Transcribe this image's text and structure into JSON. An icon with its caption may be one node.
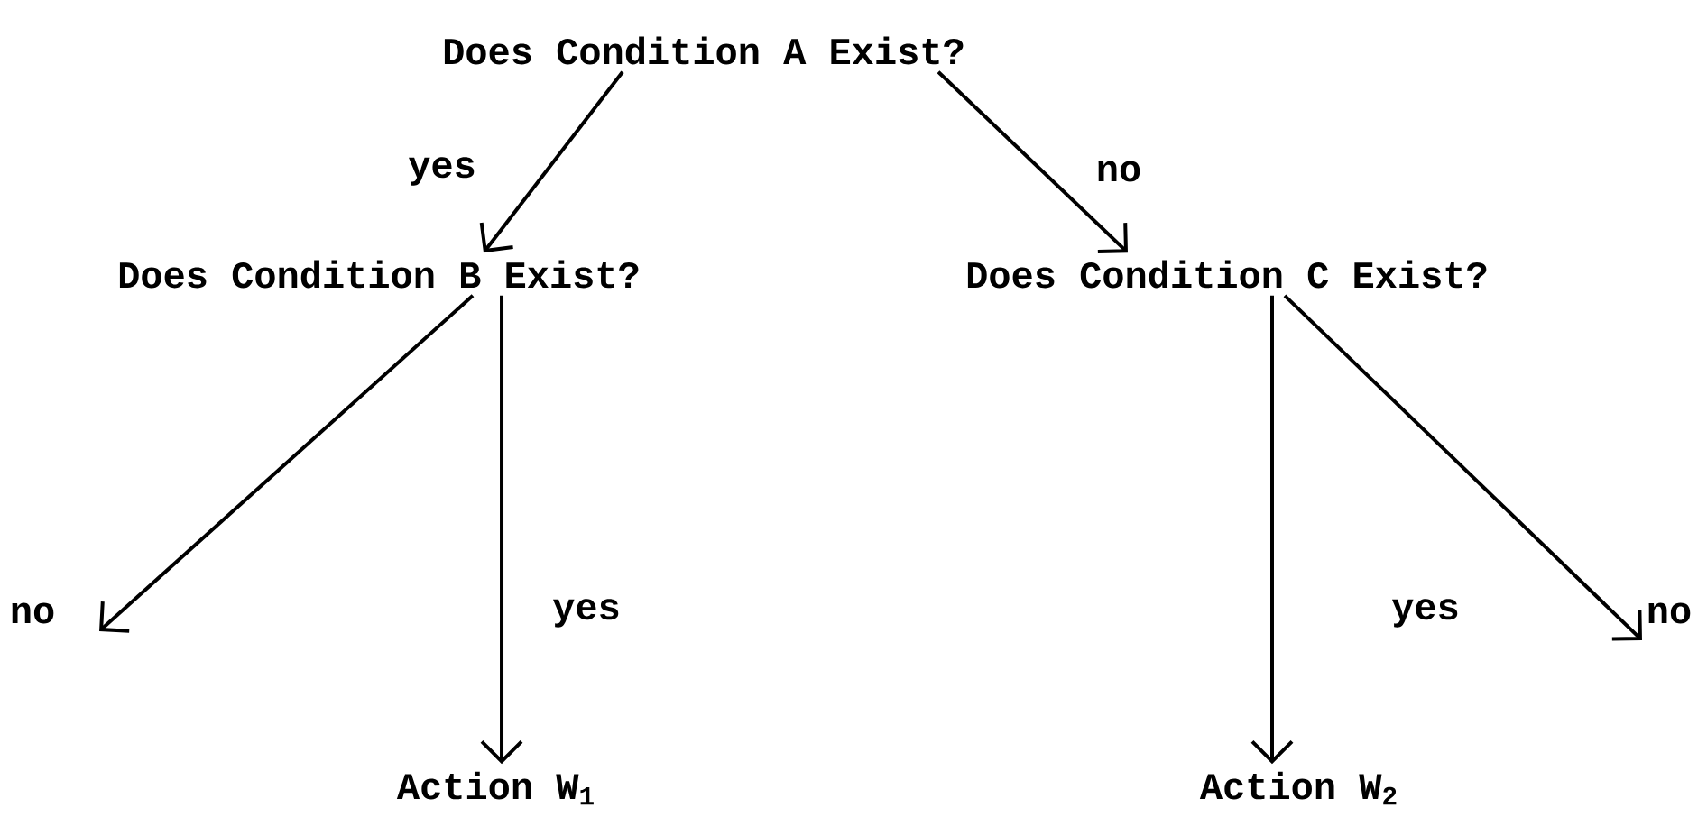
{
  "diagram": {
    "nodes": [
      {
        "text": [
          "Does Condition A Exist?"
        ]
      },
      {
        "text": [
          "Does Condition B Exist?"
        ]
      },
      {
        "text": [
          "Does Condition C Exist?"
        ]
      },
      {
        "text": [
          "Action W$_{1}$"
        ]
      },
      {
        "text": [
          "Action W$_{2}$"
        ]
      }
    ],
    "edges": [
      {
        "from": 0,
        "to": 1,
        "arrow": "to",
        "label": "yes"
      },
      {
        "from": 0,
        "to": 2,
        "arrow": "to",
        "label": "no"
      },
      {
        "from": 1,
        "to": null,
        "arrow": "to",
        "label": "no"
      },
      {
        "from": 1,
        "to": 3,
        "arrow": "to",
        "label": "yes"
      },
      {
        "from": 2,
        "to": 4,
        "arrow": "to",
        "label": "yes"
      },
      {
        "from": 2,
        "to": null,
        "arrow": "to",
        "label": "no"
      }
    ]
  }
}
